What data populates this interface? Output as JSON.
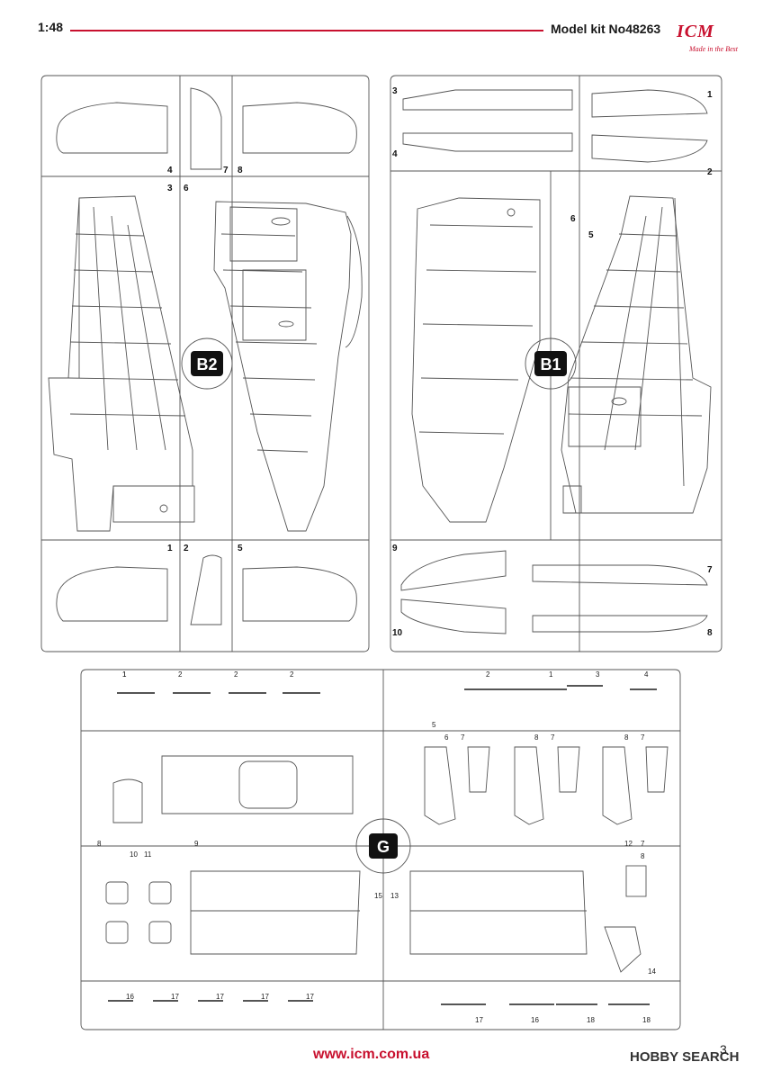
{
  "header": {
    "scale": "1:48",
    "kit": "Model kit No48263",
    "logo": "ICM",
    "slogan": "Made in the Best"
  },
  "footer": {
    "url": "www.icm.com.ua",
    "watermark": "HOBBY SEARCH",
    "page": "3"
  },
  "sprues": {
    "b2": {
      "badge": "B2",
      "labels": [
        "4",
        "7",
        "8",
        "3",
        "6",
        "1",
        "2",
        "5"
      ]
    },
    "b1": {
      "badge": "B1",
      "labels": [
        "3",
        "1",
        "4",
        "2",
        "6",
        "5",
        "9",
        "7",
        "10",
        "8"
      ]
    },
    "g": {
      "badge": "G",
      "labels": [
        "1",
        "2",
        "2",
        "2",
        "2",
        "1",
        "3",
        "4",
        "5",
        "6",
        "7",
        "8",
        "7",
        "8",
        "7",
        "8",
        "9",
        "10",
        "11",
        "12",
        "7",
        "8",
        "15",
        "13",
        "14",
        "16",
        "17",
        "17",
        "17",
        "17",
        "17",
        "16",
        "18",
        "18",
        "1"
      ]
    }
  }
}
